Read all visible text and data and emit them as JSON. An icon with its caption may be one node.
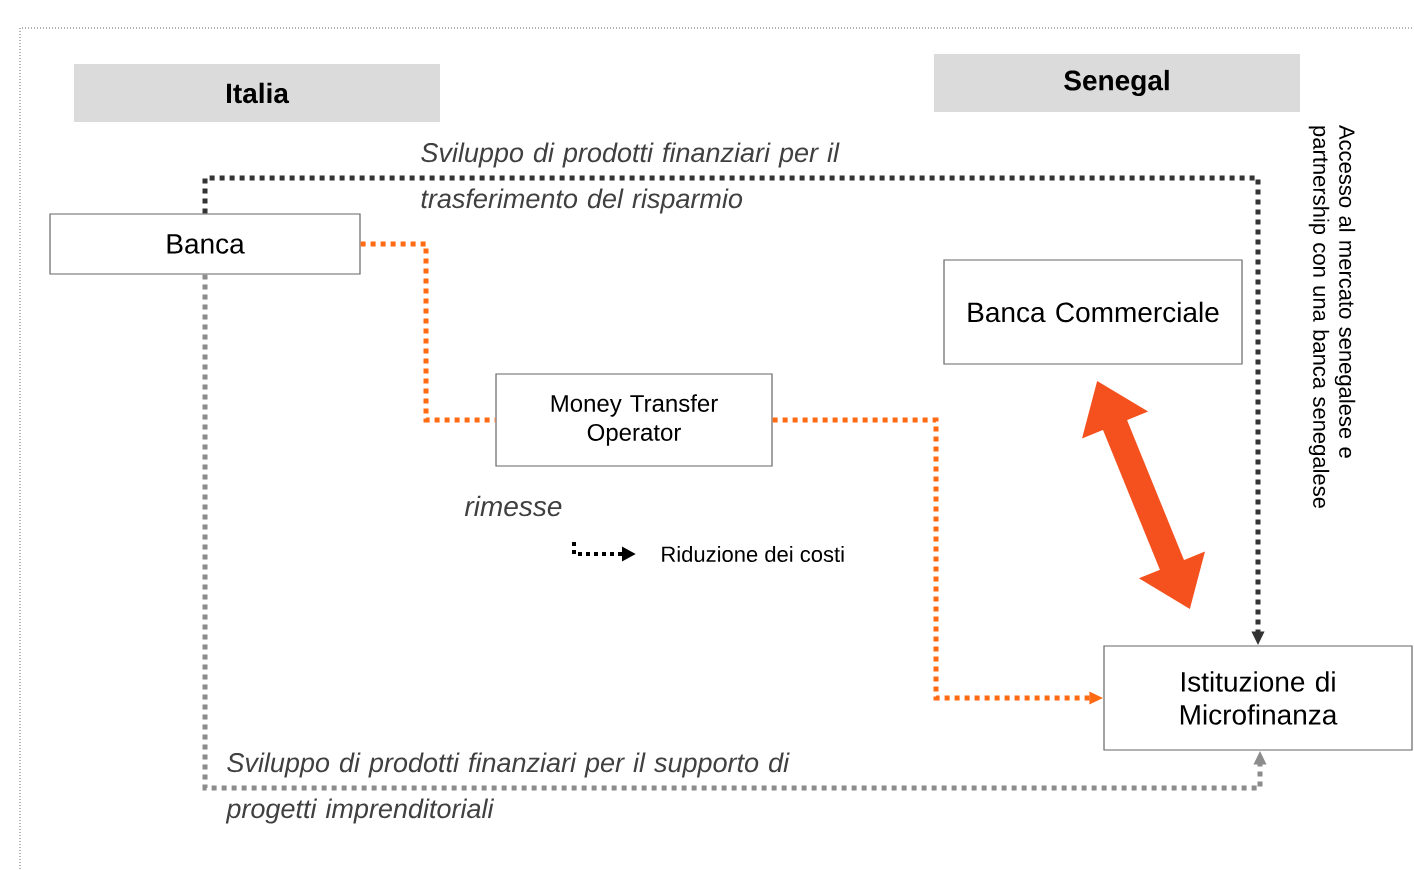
{
  "diagram": {
    "nodes": [
      {
        "text": [
          "Italia"
        ]
      },
      {
        "text": [
          "Senegal"
        ]
      },
      {
        "text": [
          "Banca"
        ]
      },
      {
        "text": [
          "Money Transfer Operator"
        ]
      },
      {
        "text": [
          "Banca Commerciale"
        ]
      },
      {
        "text": [
          "Istituzione di Microfinanza"
        ]
      }
    ],
    "edges": [
      {
        "from": 2,
        "to": 3,
        "arrow": "none",
        "style": "dashed",
        "color": "#ff6a13"
      },
      {
        "from": 3,
        "to": 5,
        "arrow": "to",
        "style": "dashed",
        "color": "#ff6a13"
      },
      {
        "from": 2,
        "to": 5,
        "arrow": "to",
        "style": "dashed",
        "color": "#333333",
        "label": "Sviluppo di prodotti finanziari per il trasferimento del risparmio"
      },
      {
        "from": 2,
        "to": 5,
        "arrow": "to",
        "style": "dashed",
        "color": "#8c8c8c",
        "label": "Sviluppo di prodotti finanziari per il supporto di progetti imprenditoriali"
      },
      {
        "from": 4,
        "to": 5,
        "arrow": "both",
        "style": "thick",
        "color": "#f4511e"
      }
    ],
    "labels": [
      "Accesso al mercato senegalese e partnership con una banca senegalese",
      "rimesse"
    ],
    "legend": [
      {
        "text": "Riduzione dei costi"
      }
    ]
  }
}
